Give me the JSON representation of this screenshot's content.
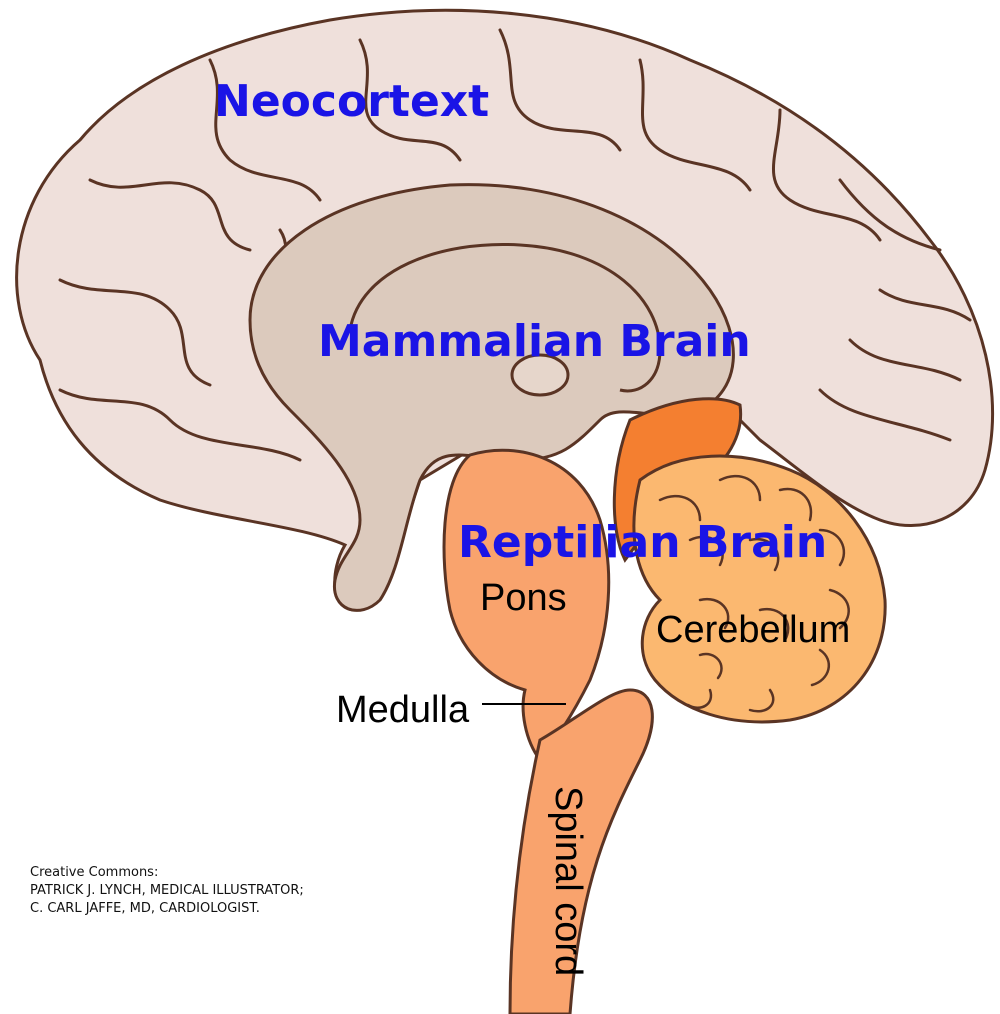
{
  "labels": {
    "neocortex": "Neocortext",
    "mammalian": "Mammalian Brain",
    "reptilian": "Reptilian Brain",
    "pons": "Pons",
    "cerebellum": "Cerebellum",
    "medulla": "Medulla",
    "spinal_cord": "Spinal cord"
  },
  "credit": {
    "line1": "Creative Commons:",
    "line2": "PATRICK J. LYNCH, MEDICAL ILLUSTRATOR;",
    "line3": "C. CARL JAFFE, MD, CARDIOLOGIST."
  },
  "colors": {
    "label_blue": "#1a14e6",
    "cortex": "#efe0db",
    "limbic": "#dccabd",
    "brainstem": "#f9a36d",
    "cerebellum": "#fbb870",
    "midbrain_accent": "#f47f30",
    "outline": "#5a3424"
  }
}
